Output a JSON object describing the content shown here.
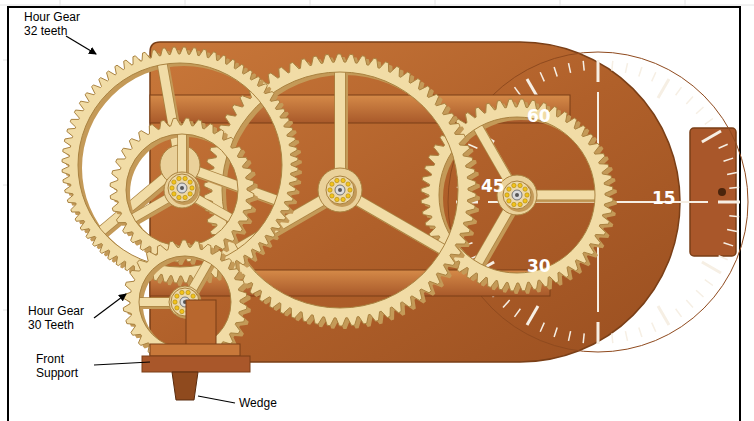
{
  "diagram": {
    "labels": [
      "Hour Gear 32 teeth",
      "Hour Gear 30 Teeth",
      "Front Support",
      "Wedge",
      "60",
      "15",
      "30",
      "45"
    ]
  }
}
